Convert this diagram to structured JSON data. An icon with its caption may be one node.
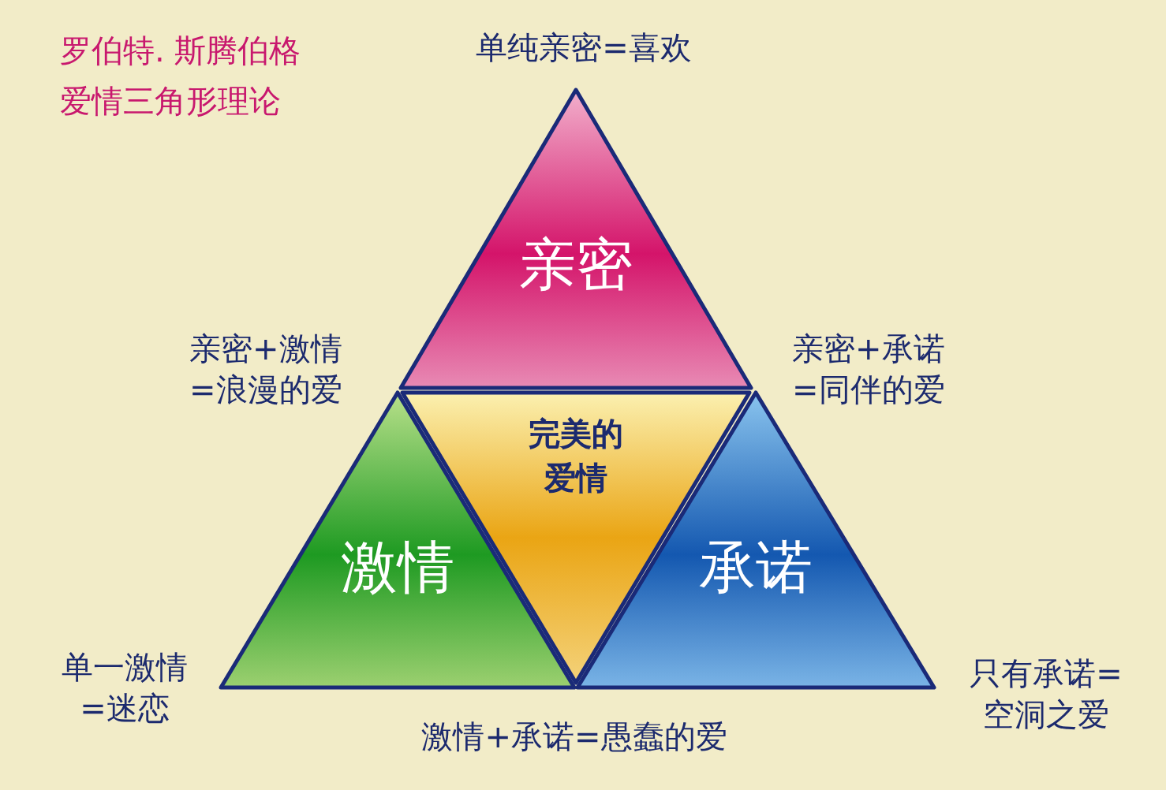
{
  "diagram": {
    "title": "罗伯特. 斯腾伯格爱情三角形理论",
    "nodes": [
      {
        "text": [
          "亲密"
        ]
      },
      {
        "text": [
          "激情"
        ]
      },
      {
        "text": [
          "完美的爱情"
        ]
      },
      {
        "text": [
          "承诺"
        ]
      }
    ],
    "labels": [
      "单纯亲密=喜欢",
      "亲密+激情=浪漫的爱",
      "亲密+承诺=同伴的爱",
      "单一激情=迷恋",
      "只有承诺=空洞之爱",
      "激情+承诺=愚蠢的爱"
    ]
  }
}
